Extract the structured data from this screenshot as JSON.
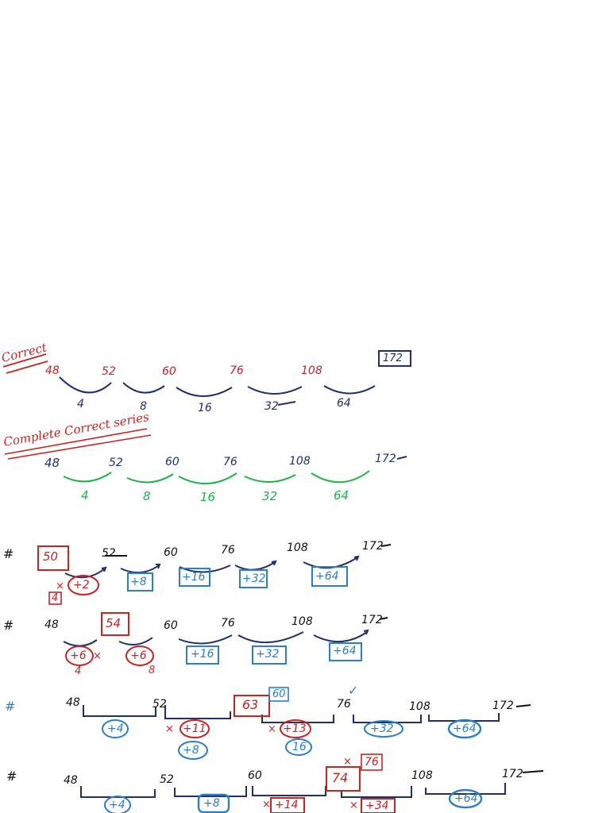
{
  "colors": {
    "red": "#cc2222",
    "navy": "#1f2f6b",
    "green": "#1eb34a",
    "blue": "#2a7fc9",
    "black": "#111111"
  },
  "heading_correct": "Correct",
  "row1": {
    "terms": [
      "48",
      "52",
      "60",
      "76",
      "108"
    ],
    "diffs": [
      "4",
      "8",
      "16",
      "32",
      "64"
    ],
    "answer": "172"
  },
  "heading_complete": "Complete Correct series",
  "row2": {
    "terms": [
      "48",
      "52",
      "60",
      "76",
      "108",
      "172"
    ],
    "diffs": [
      "4",
      "8",
      "16",
      "32",
      "64"
    ]
  },
  "row3": {
    "marker": "#",
    "boxed_term": "50",
    "terms": [
      "52",
      "60",
      "76",
      "108",
      "172"
    ],
    "diffs": [
      "+2",
      "+8",
      "+16",
      "+32",
      "+64"
    ],
    "note": "4",
    "cross": "×"
  },
  "row4": {
    "marker": "#",
    "terms": [
      "48",
      "60",
      "76",
      "108",
      "172"
    ],
    "boxed_term": "54",
    "diffs": [
      "+6",
      "+6",
      "+16",
      "+32",
      "+64"
    ],
    "notes": [
      "4",
      "8"
    ],
    "cross": "×"
  },
  "row5": {
    "marker": "#",
    "terms": [
      "48",
      "52",
      "76",
      "108",
      "172"
    ],
    "boxed_term": "63",
    "corrected_term": "60",
    "diffs": [
      "+4",
      "+11",
      "+13",
      "+32",
      "+64"
    ],
    "corrections": [
      "+8",
      "16"
    ],
    "check": "✓",
    "cross": "×"
  },
  "row6": {
    "marker": "#",
    "terms": [
      "48",
      "52",
      "60",
      "108",
      "172"
    ],
    "boxed_term": "74",
    "corrected_term": "76",
    "diffs": [
      "+4",
      "+8",
      "+14",
      "+34",
      "+64"
    ],
    "cross": "×"
  }
}
